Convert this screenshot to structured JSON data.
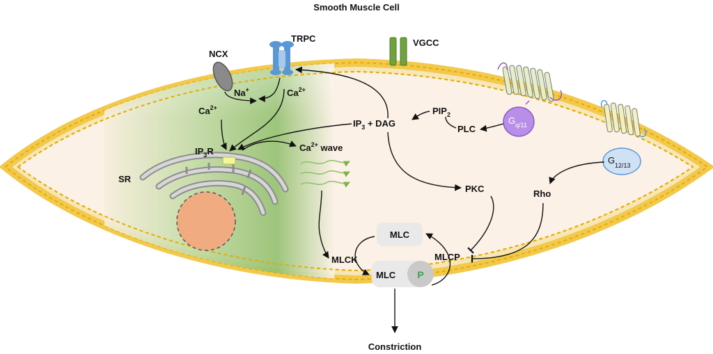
{
  "title": "Smooth Muscle Cell",
  "labels": {
    "ncx": "NCX",
    "trpc": "TRPC",
    "vgcc": "VGCC",
    "na_ion": "Na",
    "na_sup": "+",
    "ca_ion_ncx": "Ca",
    "ca_ion_ncx_sup": "2+",
    "ca_ion_trpc": "Ca",
    "ca_ion_trpc_sup": "2+",
    "pip2": "PIP",
    "pip2_sub": "2",
    "ip3_dag_a": "IP",
    "ip3_dag_sub": "3",
    "ip3_dag_b": " + DAG",
    "plc": "PLC",
    "gq_main": "G",
    "gq_sub": "q/11",
    "g12_main": "G",
    "g12_sub": "12/13",
    "ip3r_a": "IP",
    "ip3r_sub": "3",
    "ip3r_b": "R",
    "sr": "SR",
    "ca_wave_a": "Ca",
    "ca_wave_sup": "2+",
    "ca_wave_b": " wave",
    "pkc": "PKC",
    "rho": "Rho",
    "mlc_top": "MLC",
    "mlck": "MLCK",
    "mlc_bottom": "MLC",
    "phospho": "P",
    "mlcp": "MLCP",
    "constriction": "Constriction"
  },
  "colors": {
    "membrane": "#f2c94c",
    "membrane_dash": "#e0a800",
    "cytoplasm": "#fbf1e6",
    "green_zone": "#8fbf6a",
    "nucleus": "#f0ab80",
    "sr": "#9d9d9d",
    "ncx": "#8a8a8a",
    "trpc": "#5a97d6",
    "vgcc": "#6fa33d",
    "gq": "#b98ee8",
    "g12": "#cfe2f5",
    "gpcr": "#e4efc8",
    "mlc_box": "#e9e9e9",
    "phospho_circle": "#c9c9c9",
    "phospho_text": "#3aa14a",
    "ip3r": "#f5f59a"
  }
}
